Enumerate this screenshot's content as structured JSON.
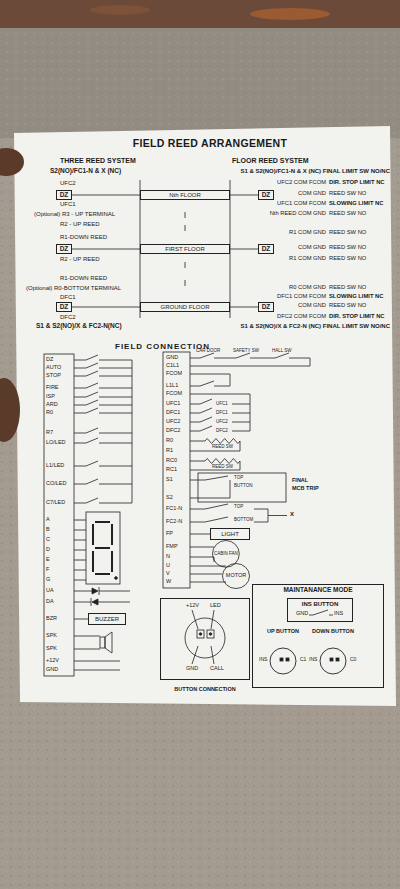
{
  "diagram": {
    "title": "FIELD REED ARRANGEMENT",
    "nodes": [
      {
        "text": [
          "Nth FLOOR"
        ]
      },
      {
        "text": [
          "FIRST FLOOR"
        ]
      },
      {
        "text": [
          "GROUND FLOOR"
        ]
      },
      {
        "text": [
          "DZ"
        ]
      },
      {
        "text": [
          "DZ"
        ]
      },
      {
        "text": [
          "DZ"
        ]
      },
      {
        "text": [
          "DZ"
        ]
      },
      {
        "text": [
          "DZ"
        ]
      },
      {
        "text": [
          "DZ"
        ]
      },
      {
        "text": [
          "BUZZER"
        ]
      },
      {
        "text": [
          "LIGHT"
        ]
      },
      {
        "text": [
          "CABIN FAN"
        ]
      },
      {
        "text": [
          "MOTOR"
        ]
      },
      {
        "text": [
          "MAINTANANCE MODE"
        ]
      },
      {
        "text": [
          "INS BUTTON"
        ],
        "in": 13
      },
      {
        "text": [
          "UP BUTTON"
        ],
        "in": 13
      },
      {
        "text": [
          "DOWN BUTTON"
        ],
        "in": 13
      },
      {
        "text": [
          "BUTTON CONNECTION"
        ]
      }
    ],
    "edges": [
      {
        "from": 3,
        "to": 0,
        "arrow": "none"
      },
      {
        "from": 0,
        "to": 4,
        "arrow": "none"
      },
      {
        "from": 5,
        "to": 1,
        "arrow": "none"
      },
      {
        "from": 1,
        "to": 6,
        "arrow": "none"
      },
      {
        "from": 7,
        "to": 2,
        "arrow": "none"
      },
      {
        "from": 2,
        "to": 8,
        "arrow": "none"
      }
    ],
    "labels": [
      "THREE REED SYSTEM",
      "FLOOR REED SYSTEM",
      "S2(NO)/FC1-N & X (NC)",
      "S1 & S2(NO)/FC1-N & X (NC) FINAL LIMIT SW NO/NC",
      "UFC2",
      "UFC1",
      "(Optional) R3 - UP TERMINAL",
      "R2 - UP REED",
      "R1-DOWN REED",
      "R2 - UP REED",
      "R1-DOWN REED",
      "(Optional) R0-BOTTOM TERMINAL",
      "DFC1",
      "DFC2",
      "S1 & S2(NO)/X & FC2-N(NC)",
      "UFC2 COM FCOM",
      "DIR. STOP LIMIT NC",
      "COM GND",
      "REED SW NO",
      "UFC1 COM FCOM",
      "SLOWING LIMIT NC",
      "Nth REED COM GND",
      "REED SW NO",
      "R1 COM GND",
      "REED SW NO",
      "COM GND",
      "REED SW NO",
      "R1 COM GND",
      "REED SW NO",
      "R0 COM GND",
      "REED SW NO",
      "DFC1 COM FCOM",
      "SLOWING LIMIT NC",
      "COM GND",
      "REED SW NO",
      "DFC2 COM FCOM",
      "DIR. STOP LIMIT NC",
      "S1 & S2(NO)/X & FC2-N (NC) FINAL LIMIT SW NO/NC",
      "FIELD CONNECTION",
      "DZ",
      "AUTO",
      "STOP",
      "FIRE",
      "ISP",
      "ARD",
      "R0",
      "R7",
      "LO/LED",
      "L1/LED",
      "CO/LED",
      "C7/LED",
      "A",
      "B",
      "C",
      "D",
      "E",
      "F",
      "G",
      "UA",
      "DA",
      "BZR",
      "SPK",
      "SPK",
      "+12V",
      "GND",
      "GND",
      "C1L1",
      "FCOM",
      "L1L1",
      "FCOM",
      "UFC1",
      "DFC1",
      "UFC2",
      "DFC2",
      "R0",
      "R1",
      "RC0",
      "RC1",
      "S1",
      "S2",
      "FC1-N",
      "FC2-N",
      "FP",
      "FMP",
      "N",
      "U",
      "V",
      "W",
      "CAR DOOR",
      "SAFETY SW",
      "HALL SW",
      "UFC1",
      "DFC1",
      "UFC2",
      "DFC2",
      "REED SW",
      "REED SW",
      "TOP",
      "BUTTON",
      "FINAL",
      "MCB TRIP",
      "TOP",
      "BOTTOM",
      "X",
      "GND",
      "INS",
      "INS",
      "C1",
      "INS",
      "C0",
      "+12V",
      "LED",
      "GND",
      "CALL"
    ]
  }
}
